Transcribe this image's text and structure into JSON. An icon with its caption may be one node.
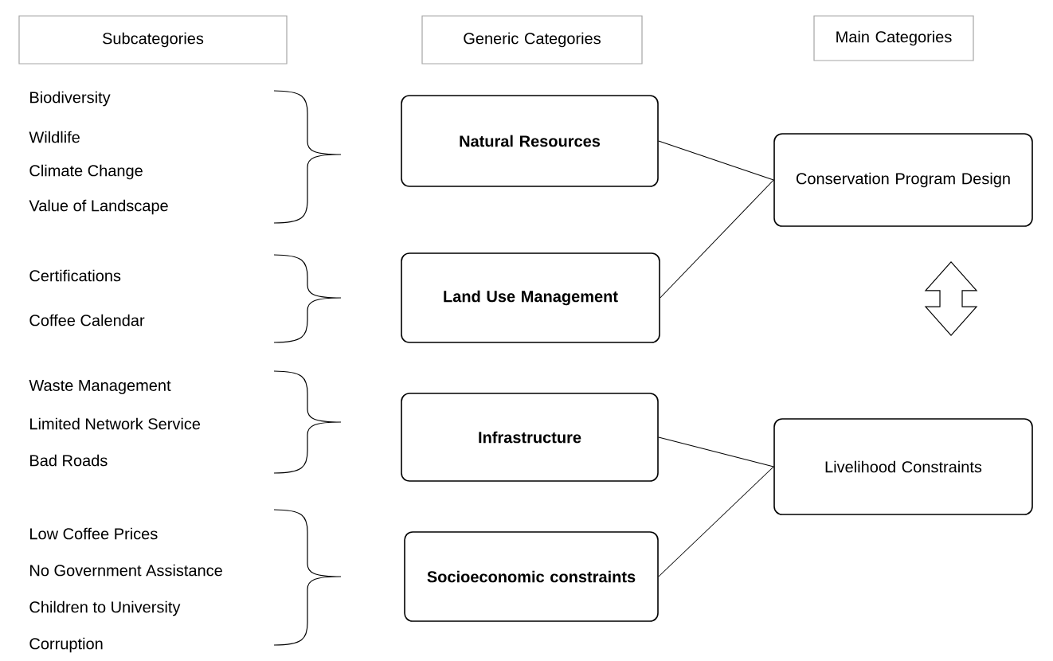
{
  "diagram": {
    "nodes": [
      {
        "text": [
          "Subcategories"
        ]
      },
      {
        "text": [
          "Generic Categories"
        ]
      },
      {
        "text": [
          "Main Categories"
        ]
      },
      {
        "text": [
          "Natural Resources"
        ]
      },
      {
        "text": [
          "Land Use Management"
        ]
      },
      {
        "text": [
          "Infrastructure"
        ]
      },
      {
        "text": [
          "Socioeconomic constraints"
        ]
      },
      {
        "text": [
          "Conservation Program Design"
        ]
      },
      {
        "text": [
          "Livelihood Constraints"
        ]
      }
    ],
    "edges": [
      {
        "from": 3,
        "to": 7,
        "arrow": "none"
      },
      {
        "from": 4,
        "to": 7,
        "arrow": "none"
      },
      {
        "from": 5,
        "to": 8,
        "arrow": "none"
      },
      {
        "from": 6,
        "to": 8,
        "arrow": "none"
      },
      {
        "from": 7,
        "to": 8,
        "arrow": "both"
      }
    ],
    "labels": [
      "Biodiversity",
      "Wildlife",
      "Climate Change",
      "Value of Landscape",
      "Certifications",
      "Coffee Calendar",
      "Waste Management",
      "Limited Network Service",
      "Bad Roads",
      "Low Coffee Prices",
      "No Government Assistance",
      "Children to University",
      "Corruption"
    ]
  }
}
